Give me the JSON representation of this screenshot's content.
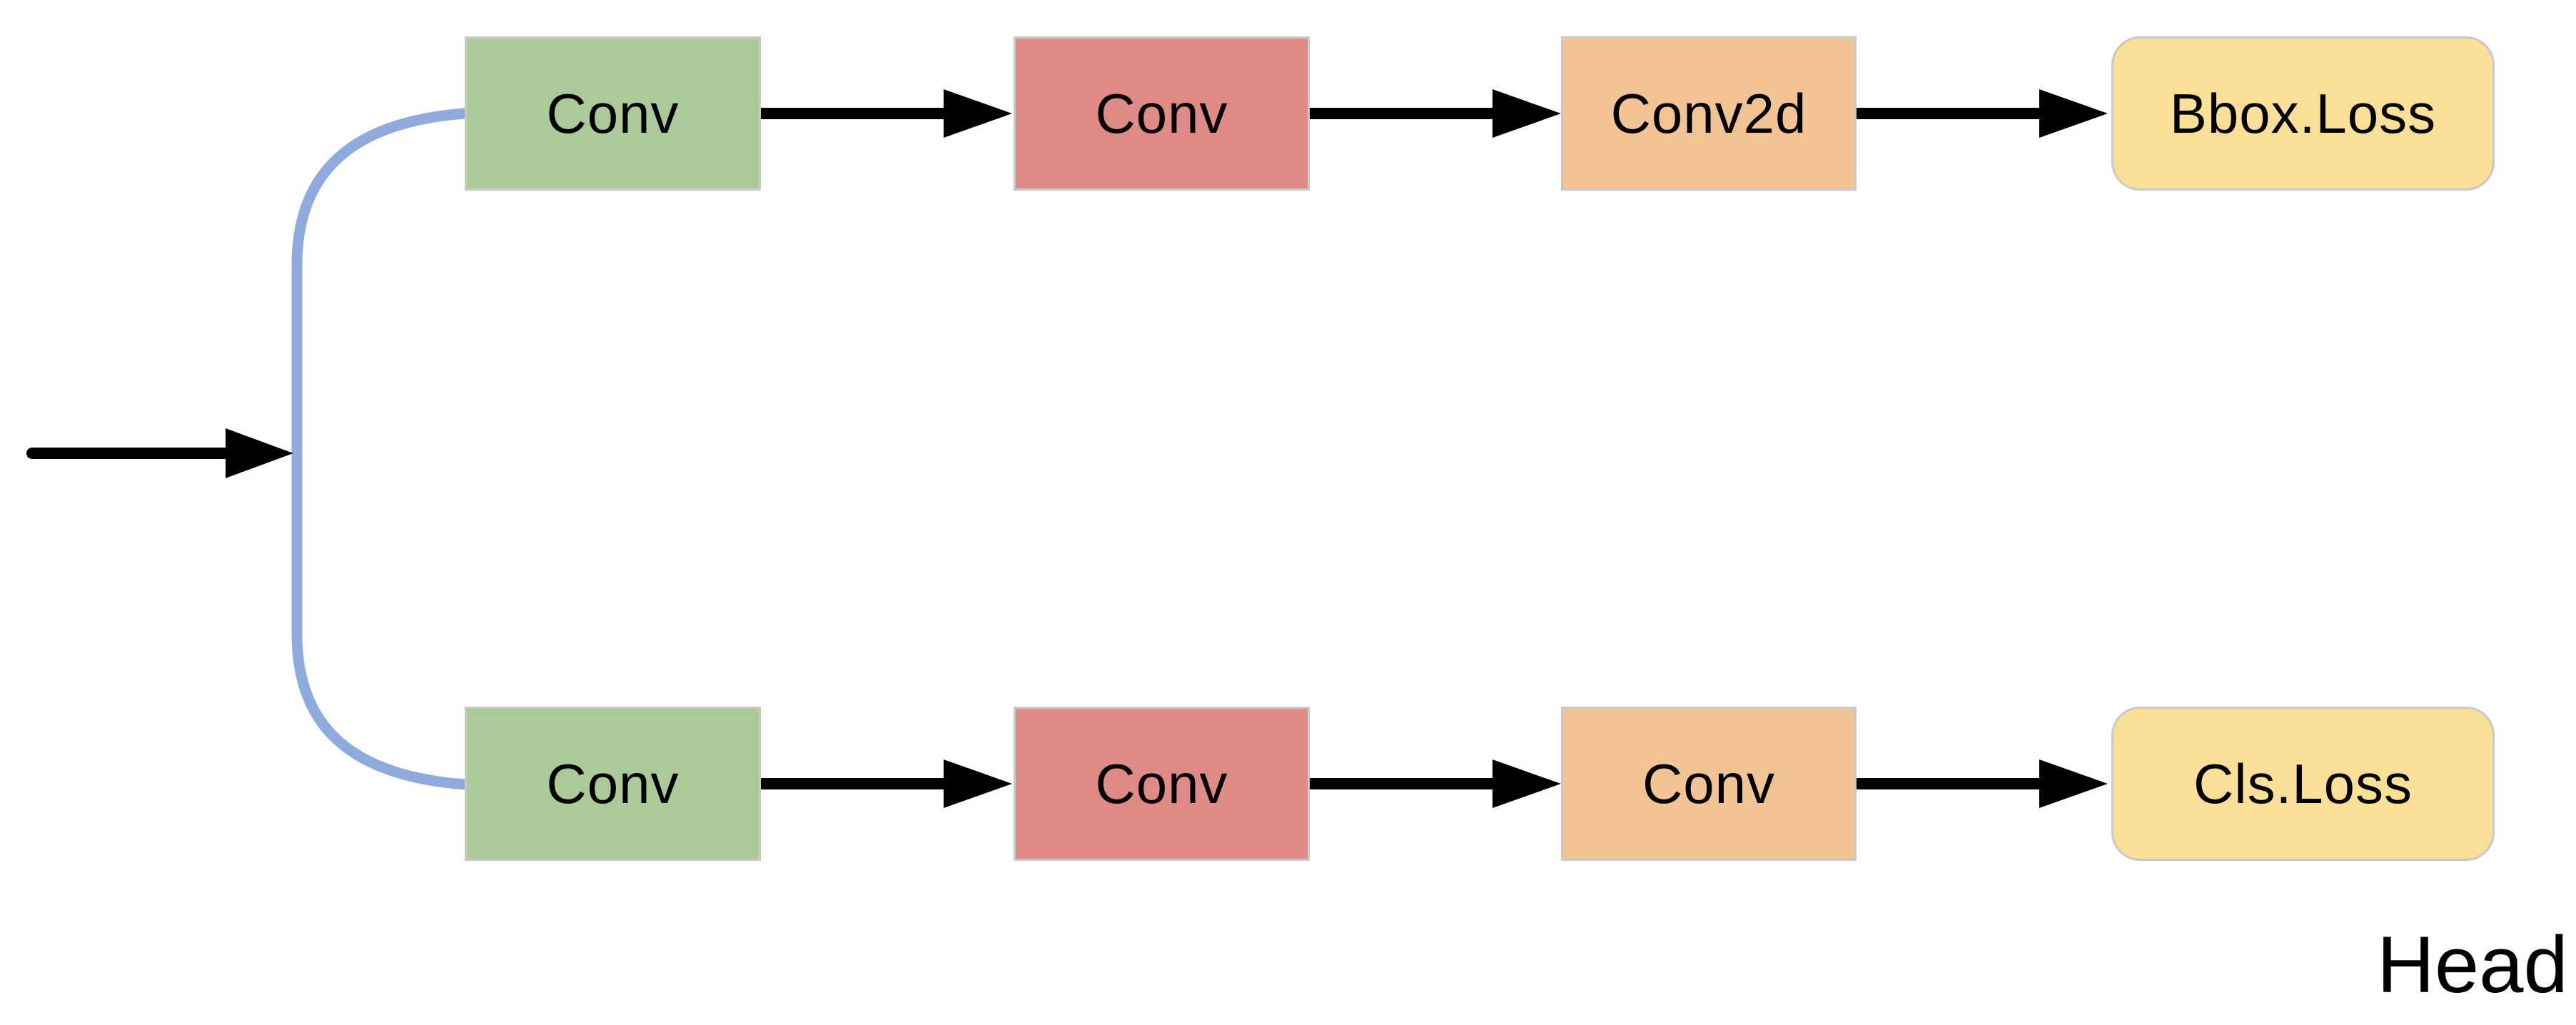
{
  "diagram": {
    "region_label": "Head",
    "branches": [
      {
        "name": "bbox-branch",
        "nodes": [
          {
            "label": "Conv",
            "color": "#acca98"
          },
          {
            "label": "Conv",
            "color": "#df8a87"
          },
          {
            "label": "Conv2d",
            "color": "#f3c493"
          },
          {
            "label": "Bbox.Loss",
            "color": "#fae096",
            "shape": "rounded"
          }
        ]
      },
      {
        "name": "cls-branch",
        "nodes": [
          {
            "label": "Conv",
            "color": "#acca98"
          },
          {
            "label": "Conv",
            "color": "#df8a87"
          },
          {
            "label": "Conv",
            "color": "#f3c493"
          },
          {
            "label": "Cls.Loss",
            "color": "#fae096",
            "shape": "rounded"
          }
        ]
      }
    ],
    "colors": {
      "conv_stage1": "#acca98",
      "conv_stage2": "#df8a87",
      "conv_stage3": "#f3c493",
      "loss_block": "#fae096",
      "split_connector": "#8faadc",
      "arrow": "#000000",
      "node_border": "#c8c8c8"
    }
  }
}
